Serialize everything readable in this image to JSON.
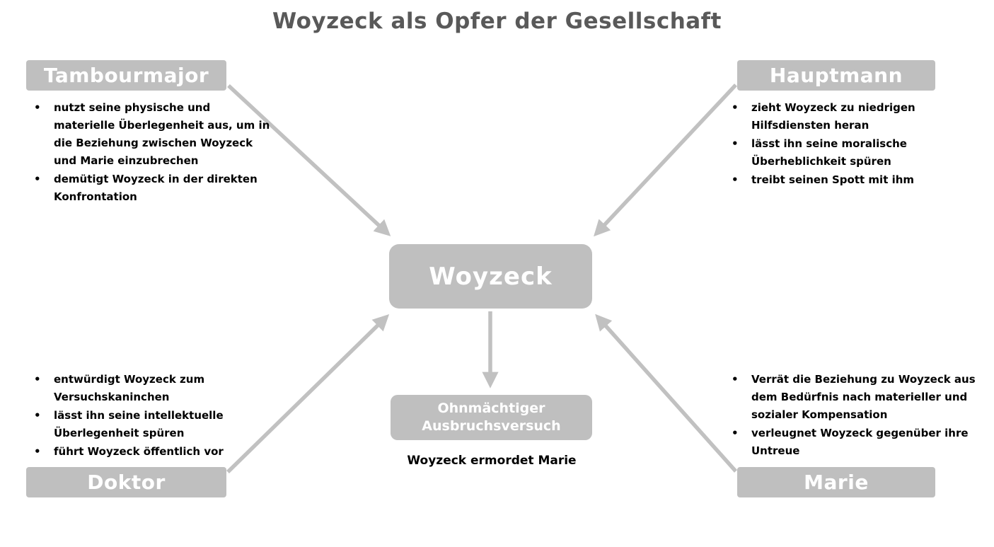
{
  "title": "Woyzeck als Opfer der Gesellschaft",
  "center": {
    "label": "Woyzeck"
  },
  "outcome": {
    "box_label": "Ohnmächtiger Ausbruchsversuch",
    "caption": "Woyzeck ermordet Marie"
  },
  "nodes": [
    {
      "id": "tambourmajor",
      "label": "Tambourmajor",
      "bullets": [
        "nutzt seine physische und materielle Überlegenheit aus, um in die Beziehung zwischen Woyzeck und Marie einzubrechen",
        "demütigt Woyzeck in der direkten Konfrontation"
      ]
    },
    {
      "id": "hauptmann",
      "label": "Hauptmann",
      "bullets": [
        "zieht Woyzeck zu niedrigen Hilfsdiensten heran",
        "lässt ihn seine moralische Überheblichkeit spüren",
        "treibt seinen Spott mit ihm"
      ]
    },
    {
      "id": "doktor",
      "label": "Doktor",
      "bullets": [
        "entwürdigt Woyzeck zum Versuchskaninchen",
        "lässt ihn seine intellektuelle Überlegenheit spüren",
        "führt Woyzeck öffentlich vor"
      ]
    },
    {
      "id": "marie",
      "label": "Marie",
      "bullets": [
        "Verrät die Beziehung zu Woyzeck aus dem Bedürfnis nach materieller und sozialer Kompensation",
        "verleugnet Woyzeck gegenüber ihre Untreue"
      ]
    }
  ],
  "colors": {
    "box_background": "#bfbfbf",
    "box_text": "#ffffff",
    "title_text": "#595959",
    "arrow": "#c1c1c1",
    "bullet_text": "#000000"
  }
}
